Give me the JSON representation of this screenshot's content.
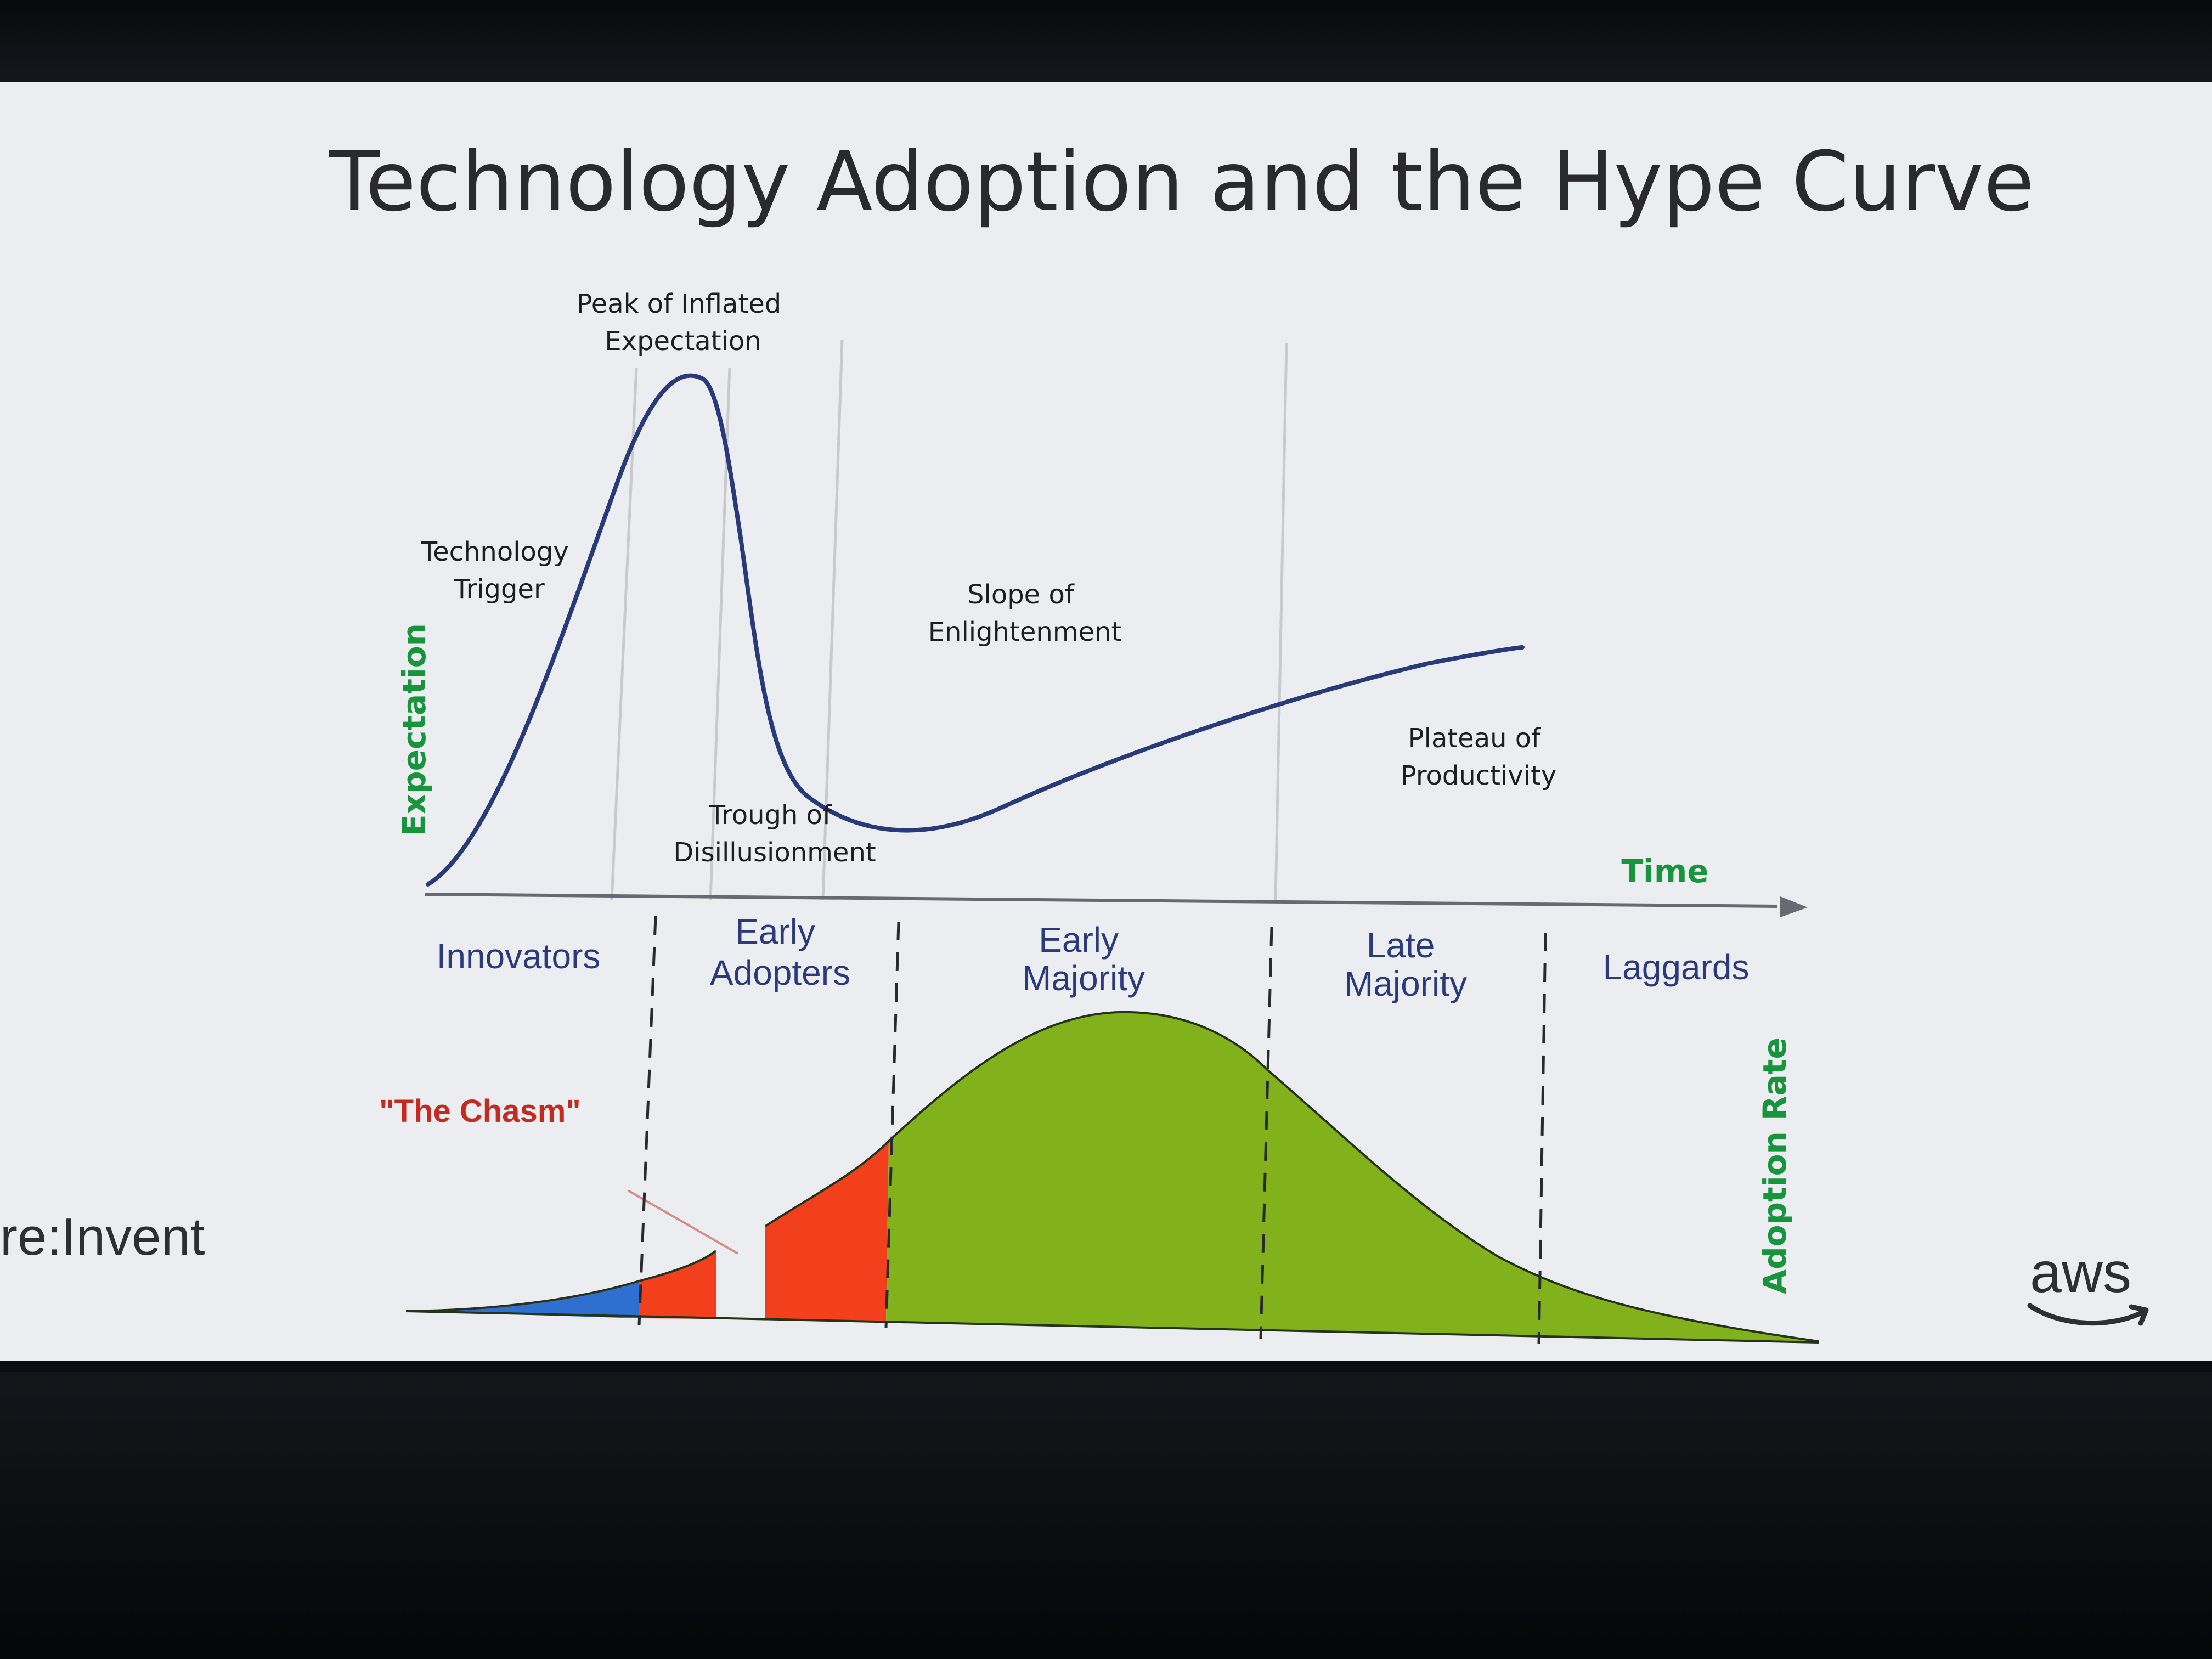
{
  "slide": {
    "title": "Technology Adoption and the Hype Curve"
  },
  "hype_curve": {
    "y_axis_label": "Expectation",
    "x_axis_label": "Time",
    "phases": {
      "trigger": [
        "Technology",
        "Trigger"
      ],
      "peak": [
        "Peak of Inflated",
        "Expectation"
      ],
      "trough": [
        "Trough of",
        "Disillusionment"
      ],
      "slope": [
        "Slope of",
        "Enlightenment"
      ],
      "plateau": [
        "Plateau of",
        "Productivity"
      ]
    }
  },
  "adoption": {
    "y_axis_label": "Adoption Rate",
    "segments": {
      "innovators": [
        "Innovators"
      ],
      "early_adopters": [
        "Early",
        "Adopters"
      ],
      "early_majority": [
        "Early",
        "Majority"
      ],
      "late_majority": [
        "Late",
        "Majority"
      ],
      "laggards": [
        "Laggards"
      ]
    },
    "chasm_label": "\"The Chasm\"",
    "colors": {
      "innovators": "#2f6fd0",
      "early_adopters": "#f2401c",
      "majority": "#82b21b",
      "hype_curve": "#283a78"
    }
  },
  "branding": {
    "event_logo": "re:Invent",
    "aws_logo": "aws"
  }
}
